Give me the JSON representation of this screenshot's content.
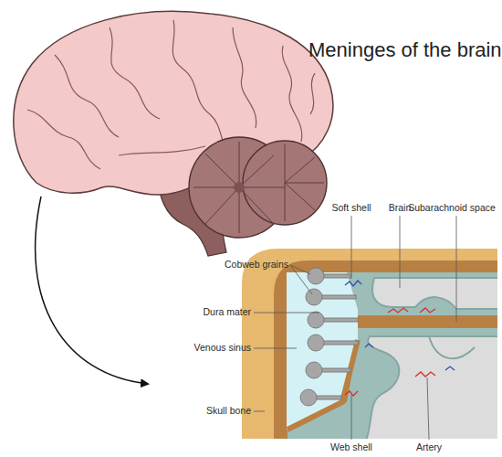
{
  "diagram": {
    "title": "Meninges of the brain",
    "labels": [
      "Soft shell",
      "Brain",
      "Subarachnoid space",
      "Cobweb grains",
      "Dura mater",
      "Venous sinus",
      "Skull bone",
      "Web shell",
      "Artery"
    ]
  }
}
